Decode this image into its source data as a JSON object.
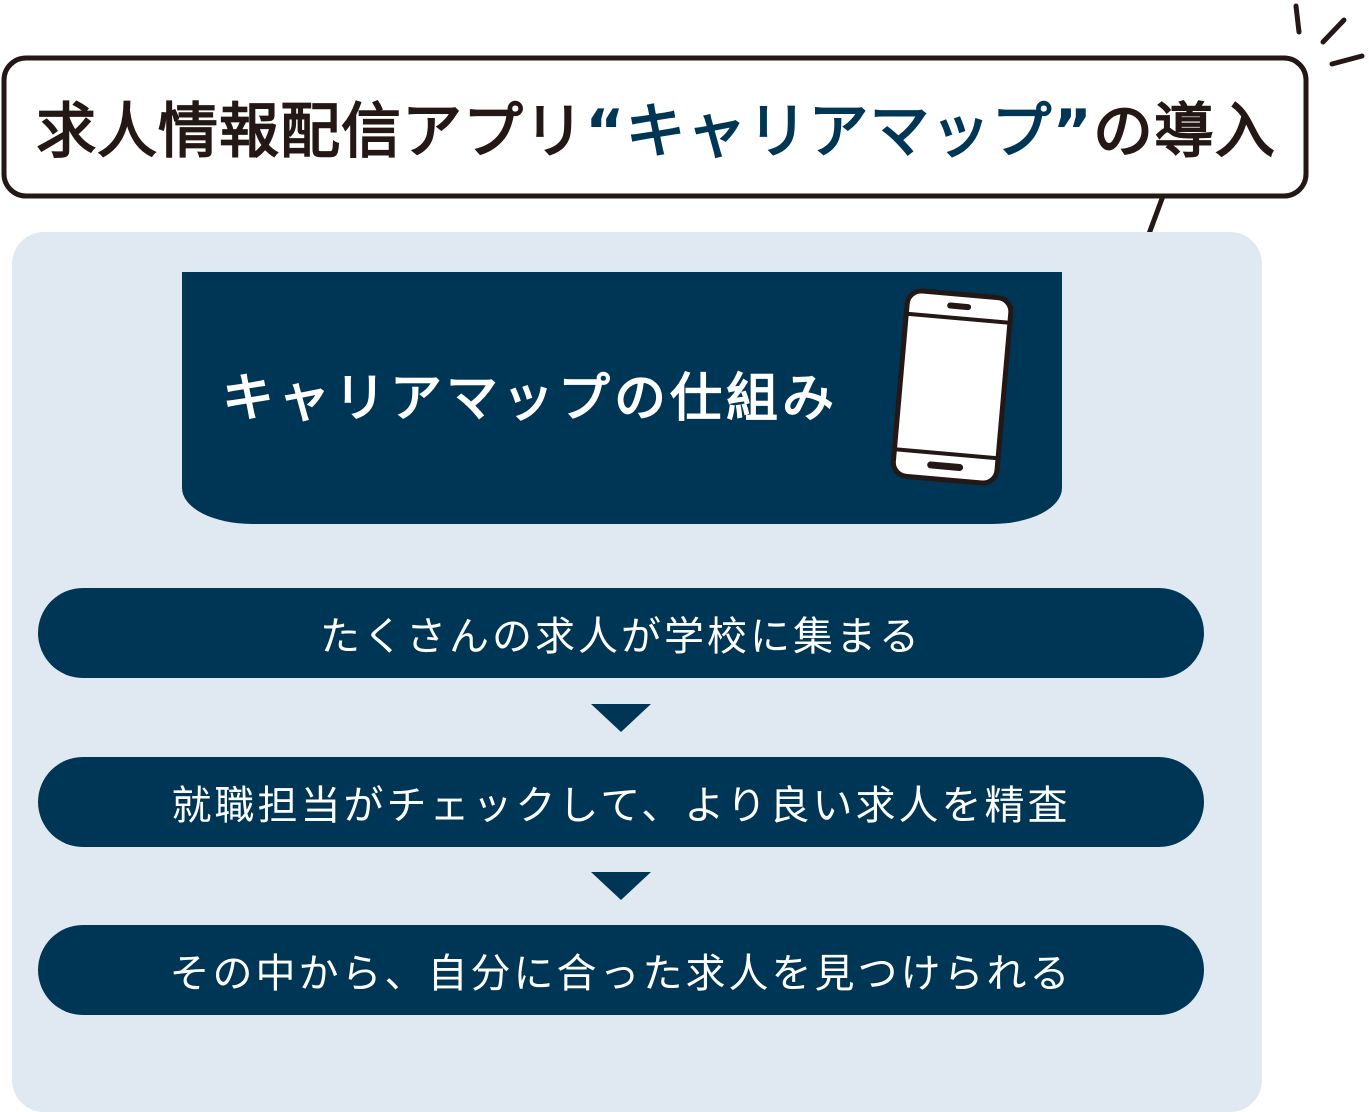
{
  "title": {
    "prefix": "求人情報配信アプリ",
    "accent": "“キャリアマップ”",
    "suffix": "の導入"
  },
  "header": {
    "label": "キャリアマップの仕組み",
    "icon": "smartphone-icon"
  },
  "steps": [
    {
      "label": "たくさんの求人が学校に集まる"
    },
    {
      "label": "就職担当がチェックして、より良い求人を精査"
    },
    {
      "label": "その中から、自分に合った求人を見つけられる"
    }
  ],
  "colors": {
    "navy": "#003655",
    "panel": "#e0e9f1",
    "text_dark": "#231815"
  }
}
